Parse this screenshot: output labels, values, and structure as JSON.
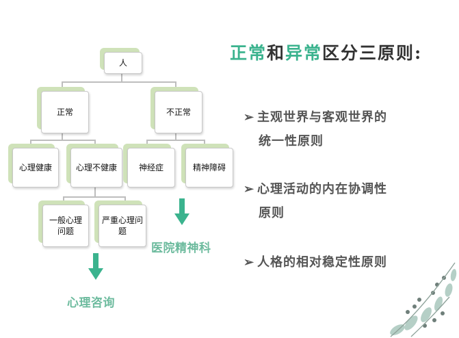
{
  "tree": {
    "root": "人",
    "normal": "正常",
    "abnormal": "不正常",
    "mental_health": "心理健康",
    "mental_unhealth": "心理不健康",
    "neurosis": "神经症",
    "mental_disorder": "精神障碍",
    "general_issue": "一般心理问题",
    "serious_issue": "严重心理问题",
    "counseling": "心理咨询",
    "psychiatry": "医院精神科"
  },
  "title": {
    "part1": "正常",
    "part2": "和",
    "part3": "异常",
    "part4": "区分三原则:"
  },
  "principles": [
    {
      "line1": "主观世界与客观世界的",
      "line2": "统一性原则"
    },
    {
      "line1": "心理活动的内在协调性",
      "line2": "原则"
    },
    {
      "line1": "人格的相对稳定性原则",
      "line2": ""
    }
  ],
  "colors": {
    "accent_green": "#3bb38e",
    "label_green": "#6dbb9e",
    "box_shadow_green": "#cfe2b9"
  }
}
